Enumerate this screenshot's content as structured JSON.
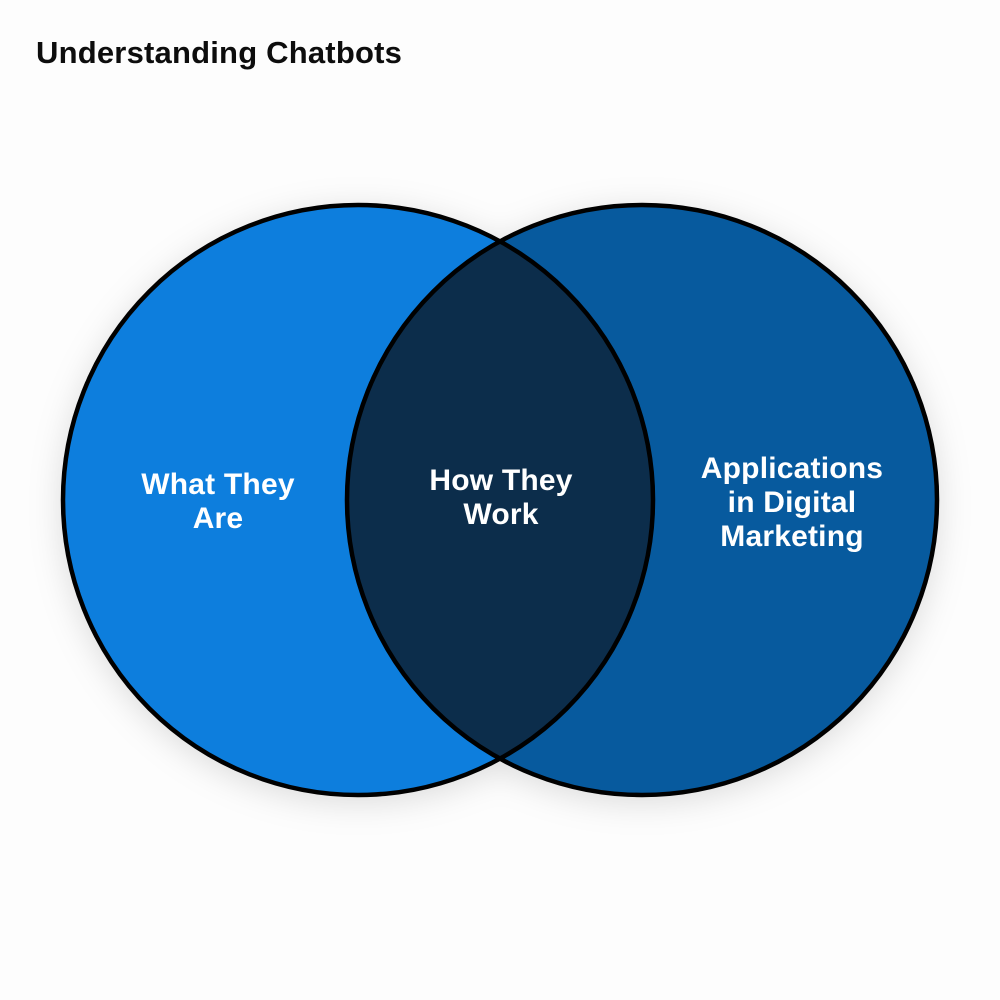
{
  "page": {
    "title": "Understanding Chatbots",
    "background_color": "#fdfdfd",
    "title_color": "#0d0d0d"
  },
  "venn": {
    "type": "venn",
    "label_text_color": "#ffffff",
    "stroke_color": "#000000",
    "sets": {
      "left": {
        "label": "What They\nAre",
        "color": "#0d7edd"
      },
      "right": {
        "label": "Applications\nin Digital\nMarketing",
        "color": "#075a9e"
      },
      "intersection": {
        "label": "How They\nWork",
        "color": "#0c2d4b"
      }
    }
  }
}
